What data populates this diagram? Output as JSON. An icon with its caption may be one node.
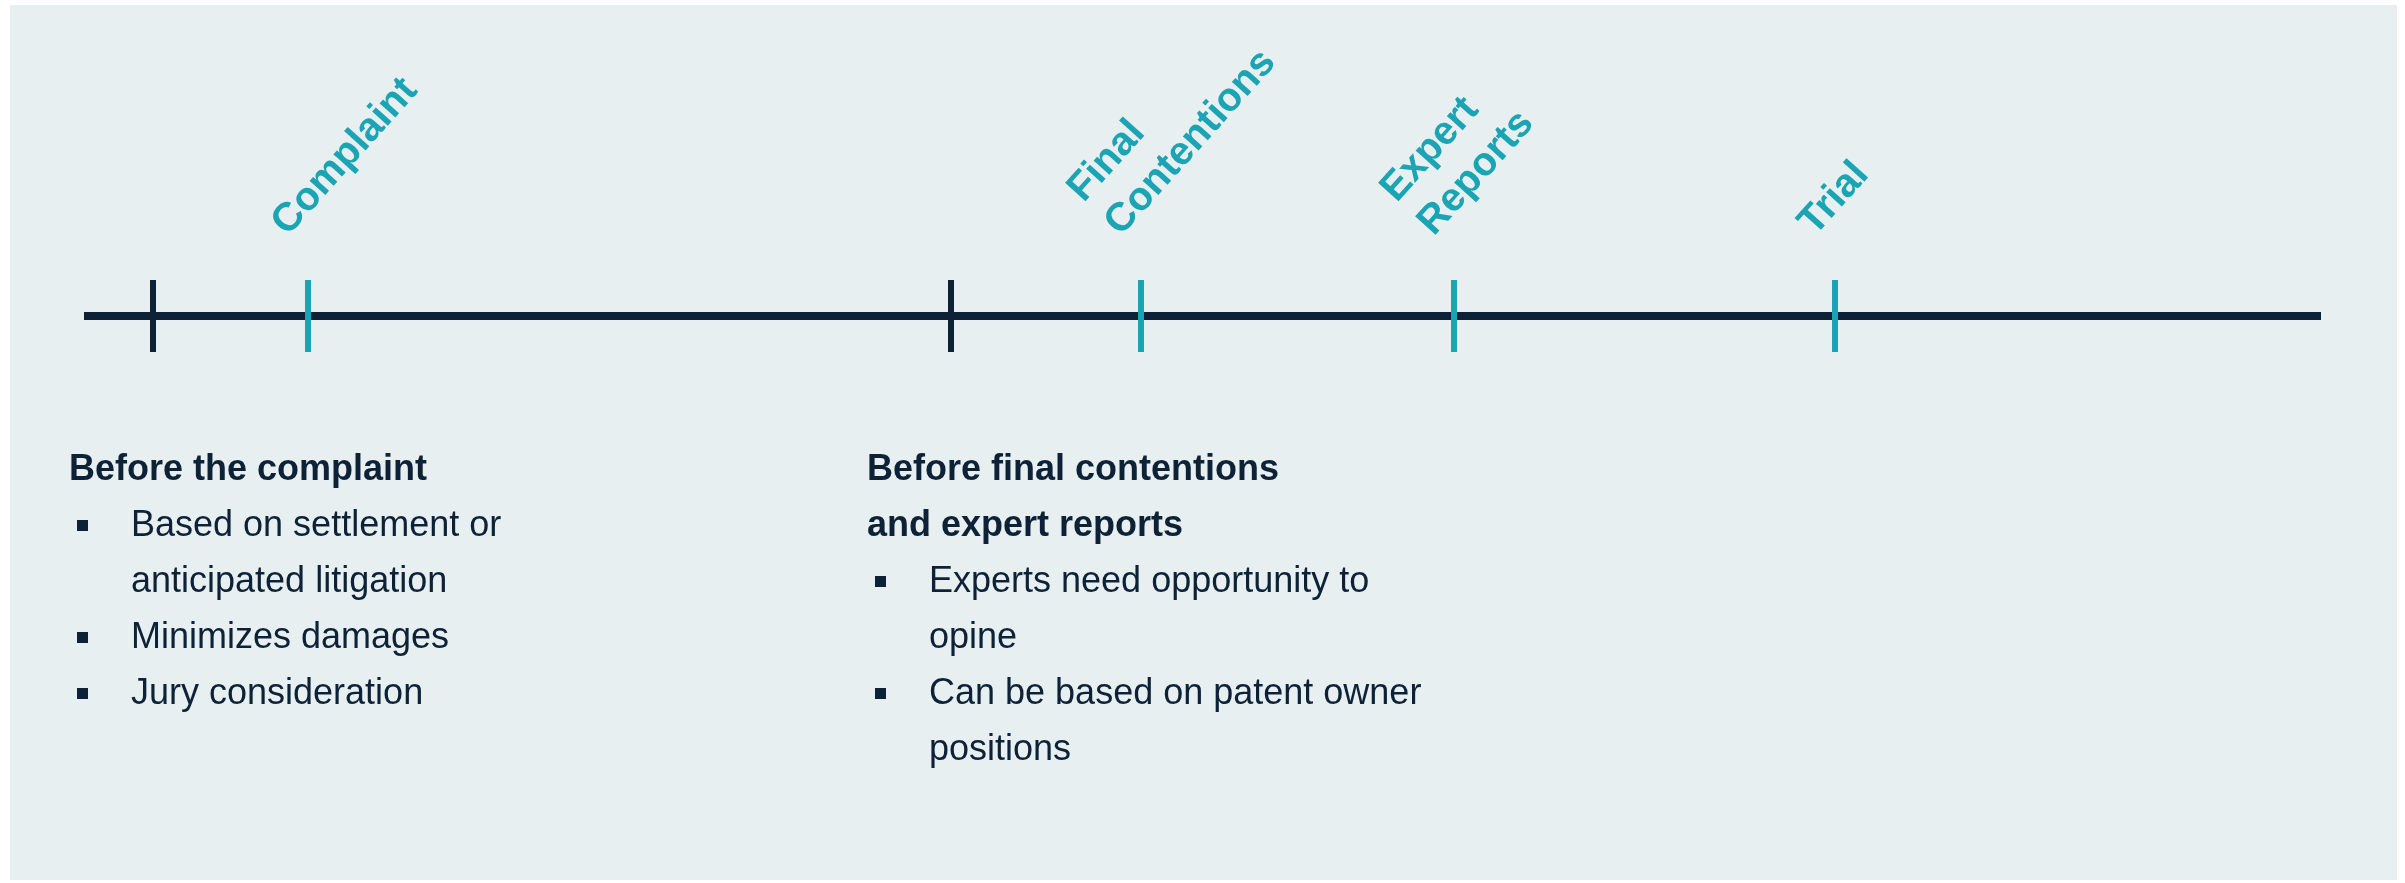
{
  "diagram": {
    "labels": [
      "Complaint",
      "Final Contentions",
      "Expert Reports",
      "Trial",
      "Before the complaint",
      "Based on settlement or anticipated litigation",
      "Minimizes damages",
      "Jury consideration",
      "Before final contentions and expert reports",
      "Experts need opportunity to opine",
      "Can be based on patent owner positions"
    ]
  }
}
